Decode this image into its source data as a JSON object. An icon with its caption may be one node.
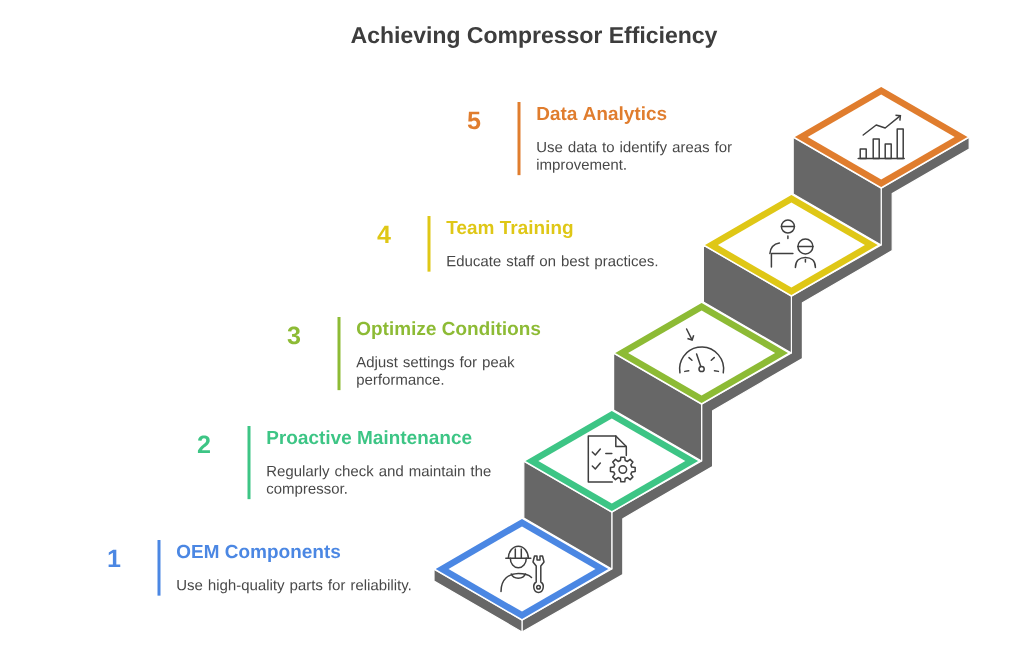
{
  "diagram": {
    "title": "Achieving Compressor Efficiency",
    "nodes": [
      {
        "text": [
          "Data Analytics",
          "Use data to identify areas for improvement."
        ],
        "beside": [
          "5"
        ]
      },
      {
        "text": [
          "Team Training",
          "Educate staff on best practices."
        ],
        "beside": [
          "4"
        ]
      },
      {
        "text": [
          "Optimize Conditions",
          "Adjust settings for peak performance."
        ],
        "beside": [
          "3"
        ]
      },
      {
        "text": [
          "Proactive Maintenance",
          "Regularly check and maintain the compressor."
        ],
        "beside": [
          "2"
        ]
      },
      {
        "text": [
          "OEM Components",
          "Use high-quality parts for reliability."
        ],
        "beside": [
          "1"
        ]
      }
    ]
  }
}
